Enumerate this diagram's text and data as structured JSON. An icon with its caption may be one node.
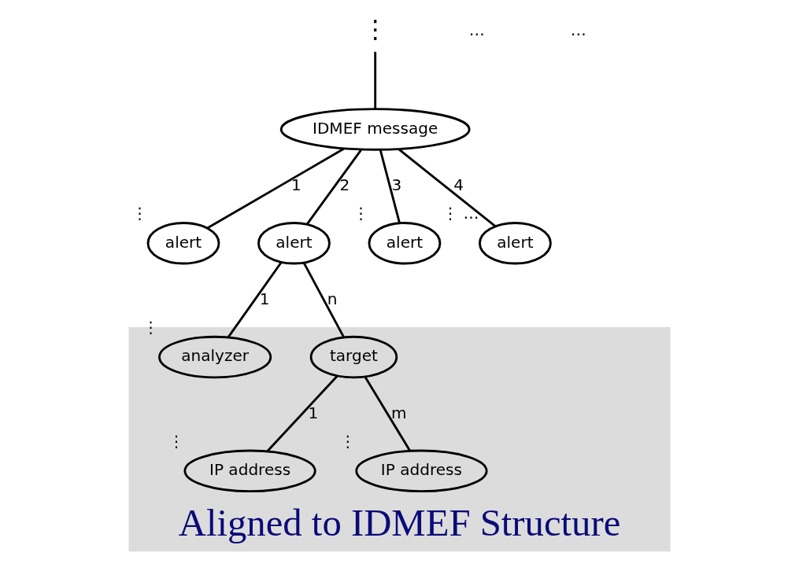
{
  "diagram": {
    "nodes": [
      {
        "text": [
          "⋮"
        ]
      },
      {
        "text": [
          "IDMEF message"
        ]
      },
      {
        "text": [
          "alert"
        ],
        "beside": [
          "⋮"
        ]
      },
      {
        "text": [
          "alert"
        ]
      },
      {
        "text": [
          "alert"
        ],
        "beside": [
          "⋮"
        ]
      },
      {
        "text": [
          "alert"
        ],
        "beside": [
          "⋮",
          "…"
        ]
      },
      {
        "text": [
          "Aligned to IDMEF Structure"
        ]
      },
      {
        "text": [
          "analyzer"
        ],
        "in": 6,
        "beside": [
          "⋮"
        ]
      },
      {
        "text": [
          "target"
        ],
        "in": 6
      },
      {
        "text": [
          "IP address"
        ],
        "in": 6,
        "beside": [
          "⋮"
        ]
      },
      {
        "text": [
          "IP address"
        ],
        "in": 6,
        "beside": [
          "⋮"
        ]
      }
    ],
    "edges": [
      {
        "from": 0,
        "to": 1,
        "arrow": "none"
      },
      {
        "from": 1,
        "to": 2,
        "arrow": "none",
        "label": "1"
      },
      {
        "from": 1,
        "to": 3,
        "arrow": "none",
        "label": "2"
      },
      {
        "from": 1,
        "to": 4,
        "arrow": "none",
        "label": "3"
      },
      {
        "from": 1,
        "to": 5,
        "arrow": "none",
        "label": "4"
      },
      {
        "from": 3,
        "to": 7,
        "arrow": "none",
        "label": "1"
      },
      {
        "from": 3,
        "to": 8,
        "arrow": "none",
        "label": "n"
      },
      {
        "from": 8,
        "to": 9,
        "arrow": "none",
        "label": "1"
      },
      {
        "from": 8,
        "to": 10,
        "arrow": "none",
        "label": "m"
      }
    ],
    "labels": [
      "…",
      "…"
    ]
  }
}
